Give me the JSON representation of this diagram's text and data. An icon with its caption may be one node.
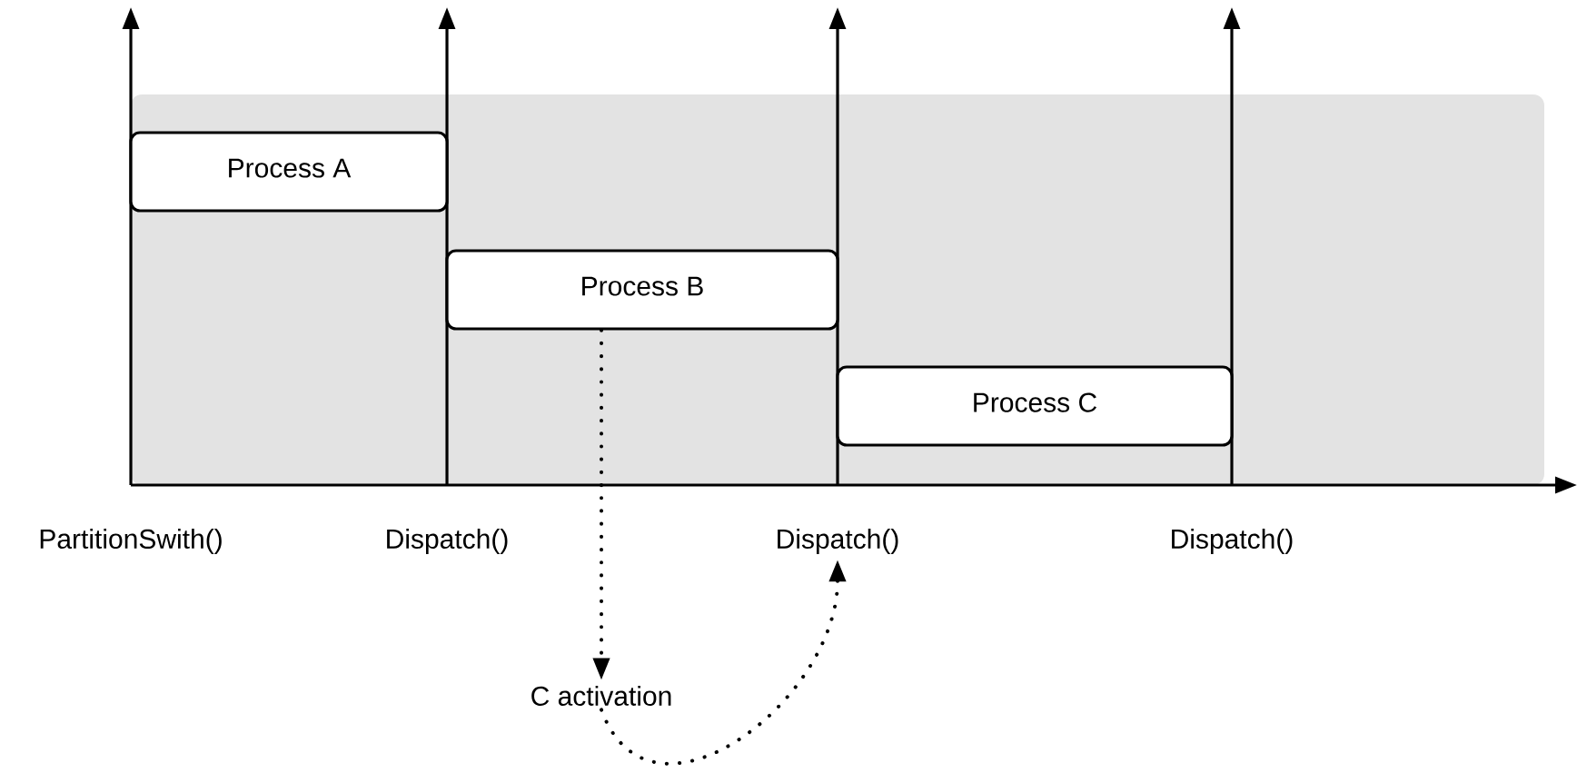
{
  "diagram": {
    "nodes": [
      {
        "text": [
          "Process A"
        ]
      },
      {
        "text": [
          "Process B"
        ]
      },
      {
        "text": [
          "Process C"
        ]
      },
      {
        "text": [
          "Dispatch()"
        ]
      },
      {
        "text": [
          "C activation"
        ]
      }
    ],
    "edges": [
      {
        "from": 1,
        "to": 4,
        "arrow": "to",
        "style": "dashed"
      },
      {
        "from": 4,
        "to": 3,
        "arrow": "to",
        "style": "dashed"
      }
    ],
    "labels": [
      "PartitionSwith()",
      "Dispatch()",
      "Dispatch()"
    ]
  }
}
